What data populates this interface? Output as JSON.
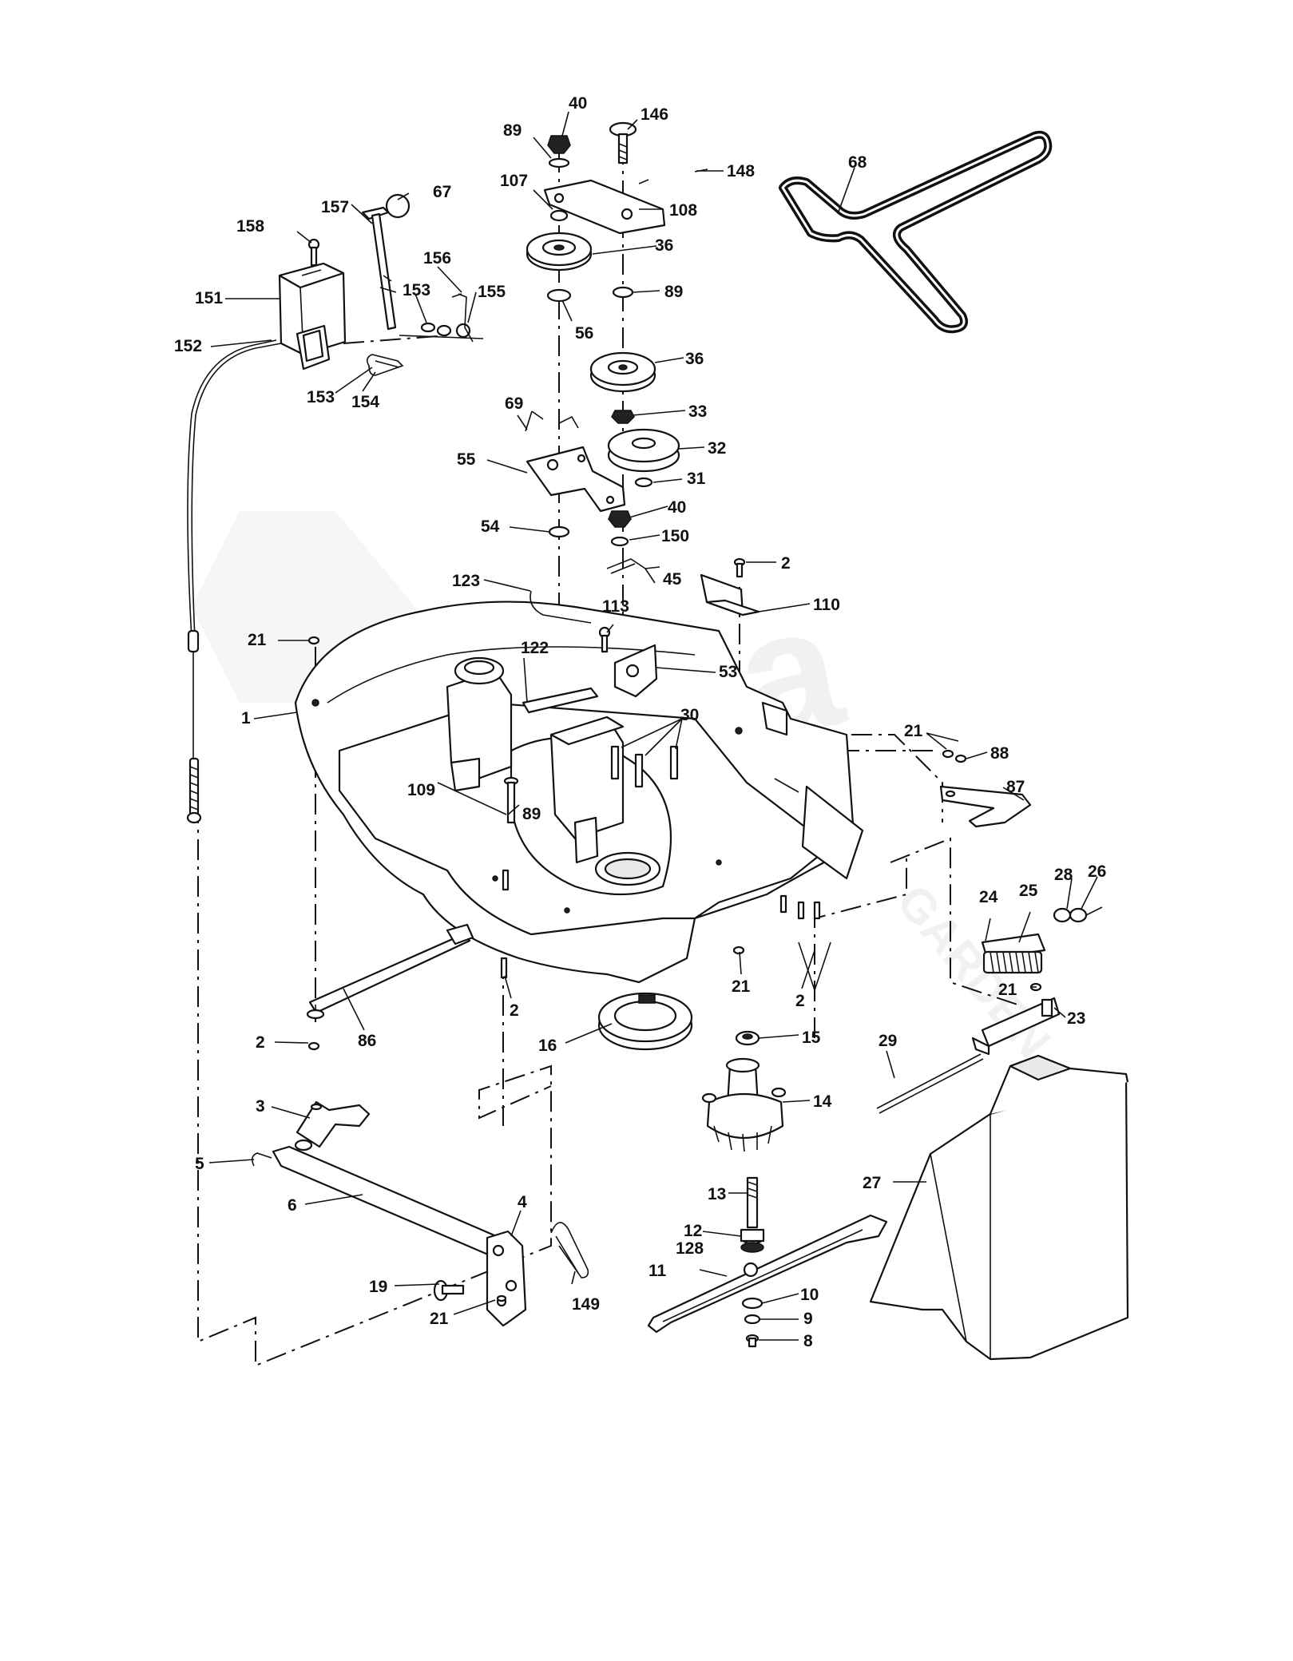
{
  "diagram": {
    "watermark": {
      "brand": "stiga",
      "sub": "GARDEN"
    },
    "labels": [
      {
        "id": "l40a",
        "text": "40"
      },
      {
        "id": "l146",
        "text": "146"
      },
      {
        "id": "l89a",
        "text": "89"
      },
      {
        "id": "l148",
        "text": "148"
      },
      {
        "id": "l107",
        "text": "107"
      },
      {
        "id": "l108",
        "text": "108"
      },
      {
        "id": "l68",
        "text": "68"
      },
      {
        "id": "l67",
        "text": "67"
      },
      {
        "id": "l157",
        "text": "157"
      },
      {
        "id": "l158",
        "text": "158"
      },
      {
        "id": "l36a",
        "text": "36"
      },
      {
        "id": "l156",
        "text": "156"
      },
      {
        "id": "l151",
        "text": "151"
      },
      {
        "id": "l153a",
        "text": "153"
      },
      {
        "id": "l155",
        "text": "155"
      },
      {
        "id": "l89b",
        "text": "89"
      },
      {
        "id": "l56",
        "text": "56"
      },
      {
        "id": "l152",
        "text": "152"
      },
      {
        "id": "l36b",
        "text": "36"
      },
      {
        "id": "l153b",
        "text": "153"
      },
      {
        "id": "l154",
        "text": "154"
      },
      {
        "id": "l69",
        "text": "69"
      },
      {
        "id": "l33",
        "text": "33"
      },
      {
        "id": "l32",
        "text": "32"
      },
      {
        "id": "l55",
        "text": "55"
      },
      {
        "id": "l31",
        "text": "31"
      },
      {
        "id": "l40b",
        "text": "40"
      },
      {
        "id": "l54",
        "text": "54"
      },
      {
        "id": "l150",
        "text": "150"
      },
      {
        "id": "l45",
        "text": "45"
      },
      {
        "id": "l2a",
        "text": "2"
      },
      {
        "id": "l123",
        "text": "123"
      },
      {
        "id": "l110",
        "text": "110"
      },
      {
        "id": "l113",
        "text": "113"
      },
      {
        "id": "l21a",
        "text": "21"
      },
      {
        "id": "l122",
        "text": "122"
      },
      {
        "id": "l53",
        "text": "53"
      },
      {
        "id": "l1",
        "text": "1"
      },
      {
        "id": "l30",
        "text": "30"
      },
      {
        "id": "l21b",
        "text": "21"
      },
      {
        "id": "l88",
        "text": "88"
      },
      {
        "id": "l109",
        "text": "109"
      },
      {
        "id": "l89c",
        "text": "89"
      },
      {
        "id": "l87",
        "text": "87"
      },
      {
        "id": "l28",
        "text": "28"
      },
      {
        "id": "l26",
        "text": "26"
      },
      {
        "id": "l24",
        "text": "24"
      },
      {
        "id": "l25",
        "text": "25"
      },
      {
        "id": "l21c",
        "text": "21"
      },
      {
        "id": "l2b",
        "text": "2"
      },
      {
        "id": "l21d",
        "text": "21"
      },
      {
        "id": "l2c",
        "text": "2"
      },
      {
        "id": "l23",
        "text": "23"
      },
      {
        "id": "l2d",
        "text": "2"
      },
      {
        "id": "l86",
        "text": "86"
      },
      {
        "id": "l16",
        "text": "16"
      },
      {
        "id": "l15",
        "text": "15"
      },
      {
        "id": "l29",
        "text": "29"
      },
      {
        "id": "l3",
        "text": "3"
      },
      {
        "id": "l14",
        "text": "14"
      },
      {
        "id": "l5",
        "text": "5"
      },
      {
        "id": "l27",
        "text": "27"
      },
      {
        "id": "l13",
        "text": "13"
      },
      {
        "id": "l6",
        "text": "6"
      },
      {
        "id": "l4",
        "text": "4"
      },
      {
        "id": "l12",
        "text": "12"
      },
      {
        "id": "l128",
        "text": "128"
      },
      {
        "id": "l11",
        "text": "11"
      },
      {
        "id": "l19",
        "text": "19"
      },
      {
        "id": "l10",
        "text": "10"
      },
      {
        "id": "l149",
        "text": "149"
      },
      {
        "id": "l21e",
        "text": "21"
      },
      {
        "id": "l9",
        "text": "9"
      },
      {
        "id": "l8",
        "text": "8"
      }
    ]
  }
}
